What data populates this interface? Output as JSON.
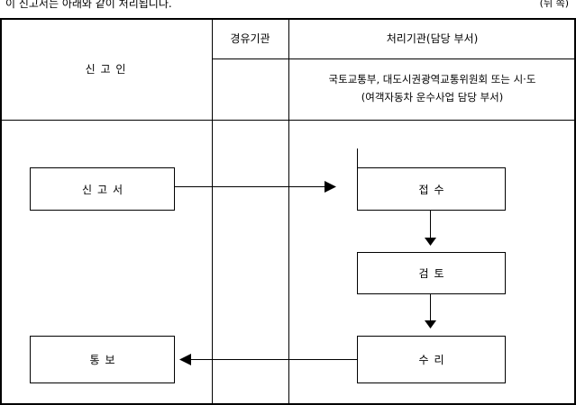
{
  "header": {
    "note": "이 신고서는 아래와 같이 처리됩니다.",
    "page_side": "(뒤 쪽)"
  },
  "table": {
    "col_applicant": "신 고 인",
    "col_via": "경유기관",
    "col_processing": "처리기관(담당 부서)",
    "processing_agency_line1": "국토교통부, 대도시권광역교통위원회 또는 시·도",
    "processing_agency_line2": "(여객자동차 운수사업 담당 부서)"
  },
  "flow": {
    "report": "신고서",
    "receipt": "접수",
    "review": "검토",
    "acceptance": "수리",
    "notification": "통보"
  }
}
